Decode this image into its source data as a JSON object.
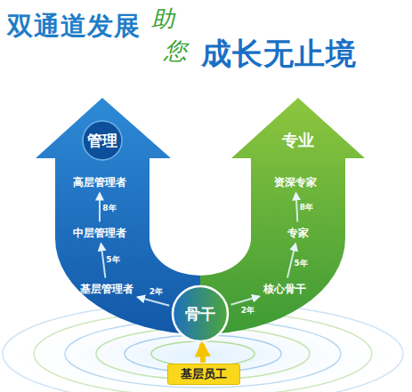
{
  "diagram": {
    "title": "双通道发展",
    "nodes": [
      {
        "text": [
          "管理"
        ]
      },
      {
        "text": [
          "高层管理者"
        ],
        "in": 0
      },
      {
        "text": [
          "中层管理者"
        ],
        "in": 0
      },
      {
        "text": [
          "基层管理者"
        ],
        "in": 0
      },
      {
        "text": [
          "专业"
        ]
      },
      {
        "text": [
          "资深专家"
        ],
        "in": 4
      },
      {
        "text": [
          "专家"
        ],
        "in": 4
      },
      {
        "text": [
          "核心骨干"
        ],
        "in": 4
      },
      {
        "text": [
          "骨干"
        ]
      },
      {
        "text": [
          "基层员工"
        ]
      }
    ],
    "edges": [
      {
        "from": 3,
        "to": 2,
        "label": "5年",
        "arrow": "to"
      },
      {
        "from": 2,
        "to": 1,
        "label": "8年",
        "arrow": "to"
      },
      {
        "from": 8,
        "to": 3,
        "label": "2年",
        "arrow": "to"
      },
      {
        "from": 8,
        "to": 7,
        "label": "2年",
        "arrow": "to"
      },
      {
        "from": 7,
        "to": 6,
        "label": "5年",
        "arrow": "to"
      },
      {
        "from": 6,
        "to": 5,
        "label": "8年",
        "arrow": "to"
      },
      {
        "from": 9,
        "to": 8,
        "arrow": "to"
      }
    ],
    "labels": [
      "助",
      "您",
      "成长无止境"
    ]
  }
}
